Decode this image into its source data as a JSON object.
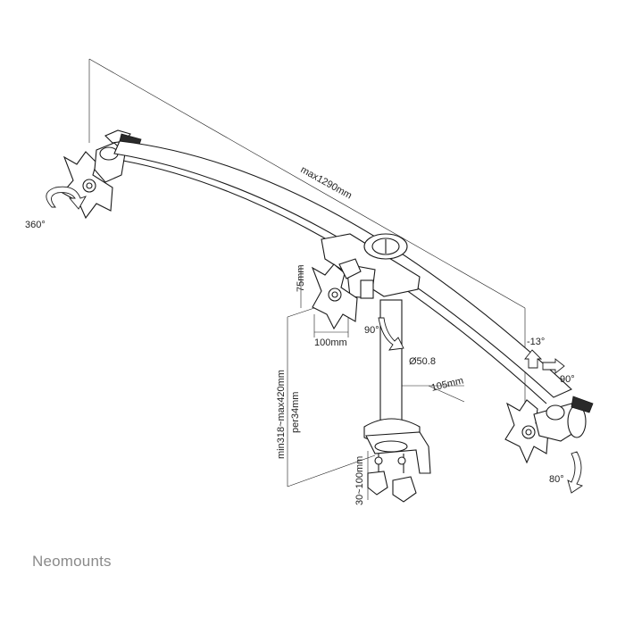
{
  "brand": "Neomounts",
  "dimensions": {
    "span": "max1290mm",
    "pole_diameter": "Ø50.8",
    "vesa_height": "75mm",
    "vesa_width": "100mm",
    "height_range": "min318~max420mm",
    "height_step": "per34mm",
    "clamp_depth": "105mm",
    "clamp_range": "30~100mm"
  },
  "angles": {
    "rotation": "360°",
    "arm_swivel": "90°",
    "tilt_up": "-13°",
    "tilt_down": "90°",
    "pan": "80°"
  }
}
